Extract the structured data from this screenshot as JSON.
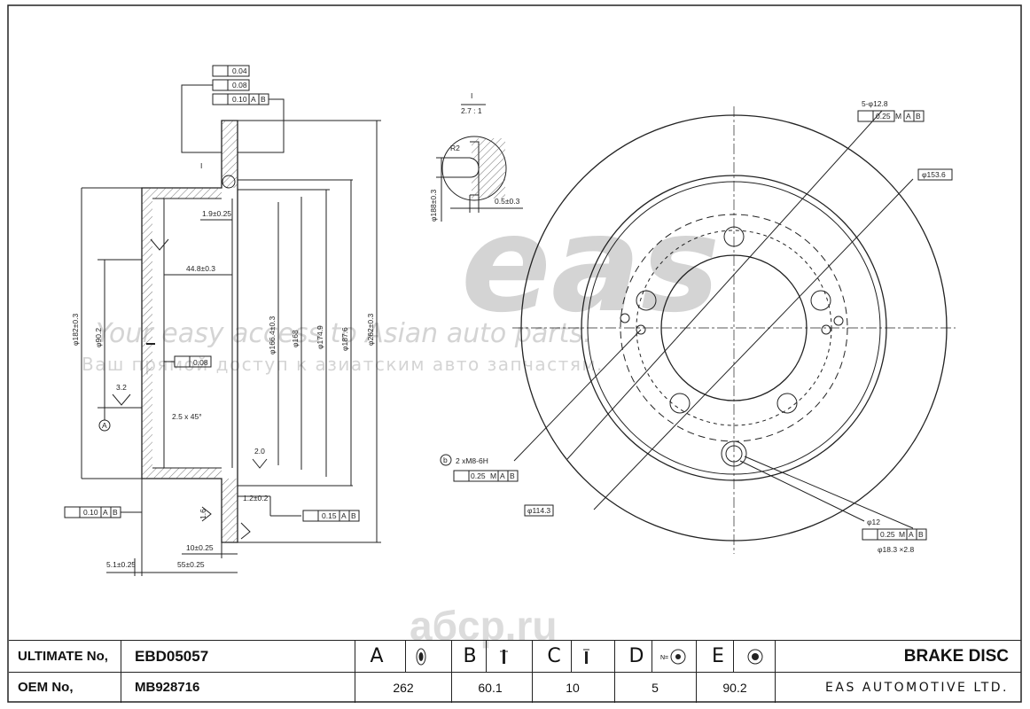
{
  "watermark": {
    "logo": "eas",
    "tagline_en": "Your easy access to Asian auto parts.",
    "tagline_ru": "Ваш прямой доступ к азиатским авто запчастям."
  },
  "site_watermark": "aбcp.ru",
  "section_view": {
    "tolerances_top": [
      "0.04",
      "0.08",
      "0.10",
      "A",
      "B"
    ],
    "detail_marker": "I",
    "dimensions": [
      "1.9±0.25",
      "44.8±0.3",
      "φ182±0.3",
      "φ90.2",
      "φ166.4±0.3",
      "φ168",
      "φ174.9",
      "φ187.6",
      "φ262±0.3",
      "2.5 x 45°",
      "2.0",
      "3.2",
      "1.2±0.2",
      "1.6",
      "10±0.25",
      "5.1±0.25",
      "55±0.25"
    ],
    "flatness": "0.08",
    "runout_left": [
      "0.10",
      "A",
      "B"
    ],
    "runout_right": [
      "0.15",
      "A",
      "B"
    ],
    "datum": "A",
    "datum_b": "B"
  },
  "detail_view": {
    "label": "I",
    "scale": "2.7 : 1",
    "radius": "R2",
    "diameter": "φ188±0.3",
    "offset": "0.5±0.3"
  },
  "front_view": {
    "holes_note": "5-φ12.8",
    "holes_tol": [
      "0.25",
      "M",
      "A",
      "B"
    ],
    "pcd_top": "φ153.6",
    "thread_note": "2 xM8-6H",
    "thread_tol": [
      "0.25",
      "M",
      "A",
      "B"
    ],
    "pcd_left": "φ114.3",
    "pilot_note": "φ12",
    "pilot_tol": [
      "0.25",
      "M",
      "A",
      "B"
    ],
    "pilot_depth": "φ18.3 ×2.8",
    "marker_b": "b"
  },
  "title_block": {
    "ultimate_label": "ULTIMATE No,",
    "ultimate_value": "EBD05057",
    "oem_label": "OEM No,",
    "oem_value": "MB928716",
    "columns": [
      {
        "letter": "A",
        "value": "262"
      },
      {
        "letter": "B",
        "value": "60.1"
      },
      {
        "letter": "C",
        "value": "10"
      },
      {
        "letter": "D",
        "value": "5"
      },
      {
        "letter": "E",
        "value": "90.2"
      }
    ],
    "product": "BRAKE DISC",
    "company": "EAS AUTOMOTIVE LTD."
  }
}
